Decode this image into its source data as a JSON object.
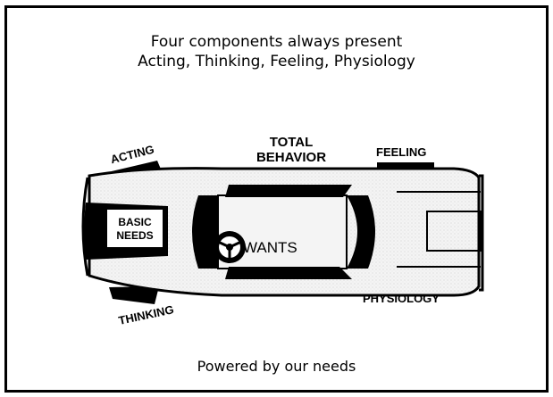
{
  "header": {
    "line1": "Four components always present",
    "line2": "Acting, Thinking, Feeling, Physiology"
  },
  "diagram": {
    "title_line1": "TOTAL",
    "title_line2": "BEHAVIOR",
    "acting": "ACTING",
    "thinking": "THINKING",
    "feeling": "FEELING",
    "physiology": "PHYSIOLOGY",
    "basic_needs_line1": "BASIC",
    "basic_needs_line2": "NEEDS",
    "wants": "WANTS"
  },
  "footer": {
    "text": "Powered by our needs"
  }
}
